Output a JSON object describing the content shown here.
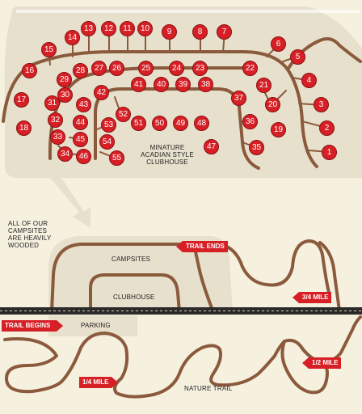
{
  "labels": {
    "clubhouse_inset": [
      "MINATURE",
      "ACADIAN STYLE",
      "CLUBHOUSE"
    ],
    "wooded_note": [
      "ALL OF OUR",
      "CAMPSITES",
      "ARE HEAVILY",
      "WOODED"
    ],
    "campsites": "CAMPSITES",
    "clubhouse": "CLUBHOUSE",
    "parking": "PARKING",
    "nature_trail": "NATURE TRAIL"
  },
  "flags": {
    "trail_ends": "TRAIL ENDS",
    "three_quarter_mile": "3/4 MILE",
    "trail_begins": "TRAIL BEGINS",
    "half_mile": "1/2 MILE",
    "quarter_mile": "1/4 MILE"
  },
  "campsites": [
    "1",
    "2",
    "3",
    "4",
    "5",
    "6",
    "7",
    "8",
    "9",
    "10",
    "11",
    "12",
    "13",
    "14",
    "15",
    "16",
    "17",
    "18",
    "19",
    "20",
    "21",
    "22",
    "23",
    "24",
    "25",
    "26",
    "27",
    "28",
    "29",
    "30",
    "31",
    "32",
    "33",
    "34",
    "35",
    "36",
    "37",
    "38",
    "39",
    "40",
    "41",
    "42",
    "43",
    "44",
    "45",
    "46",
    "47",
    "48",
    "49",
    "50",
    "51",
    "52",
    "53",
    "54",
    "55"
  ],
  "colors": {
    "background": "#f6f0df",
    "panel": "#e6e0cc",
    "trail": "#8b5a3c",
    "marker": "#d71f26",
    "road": "#2a2a2a"
  }
}
